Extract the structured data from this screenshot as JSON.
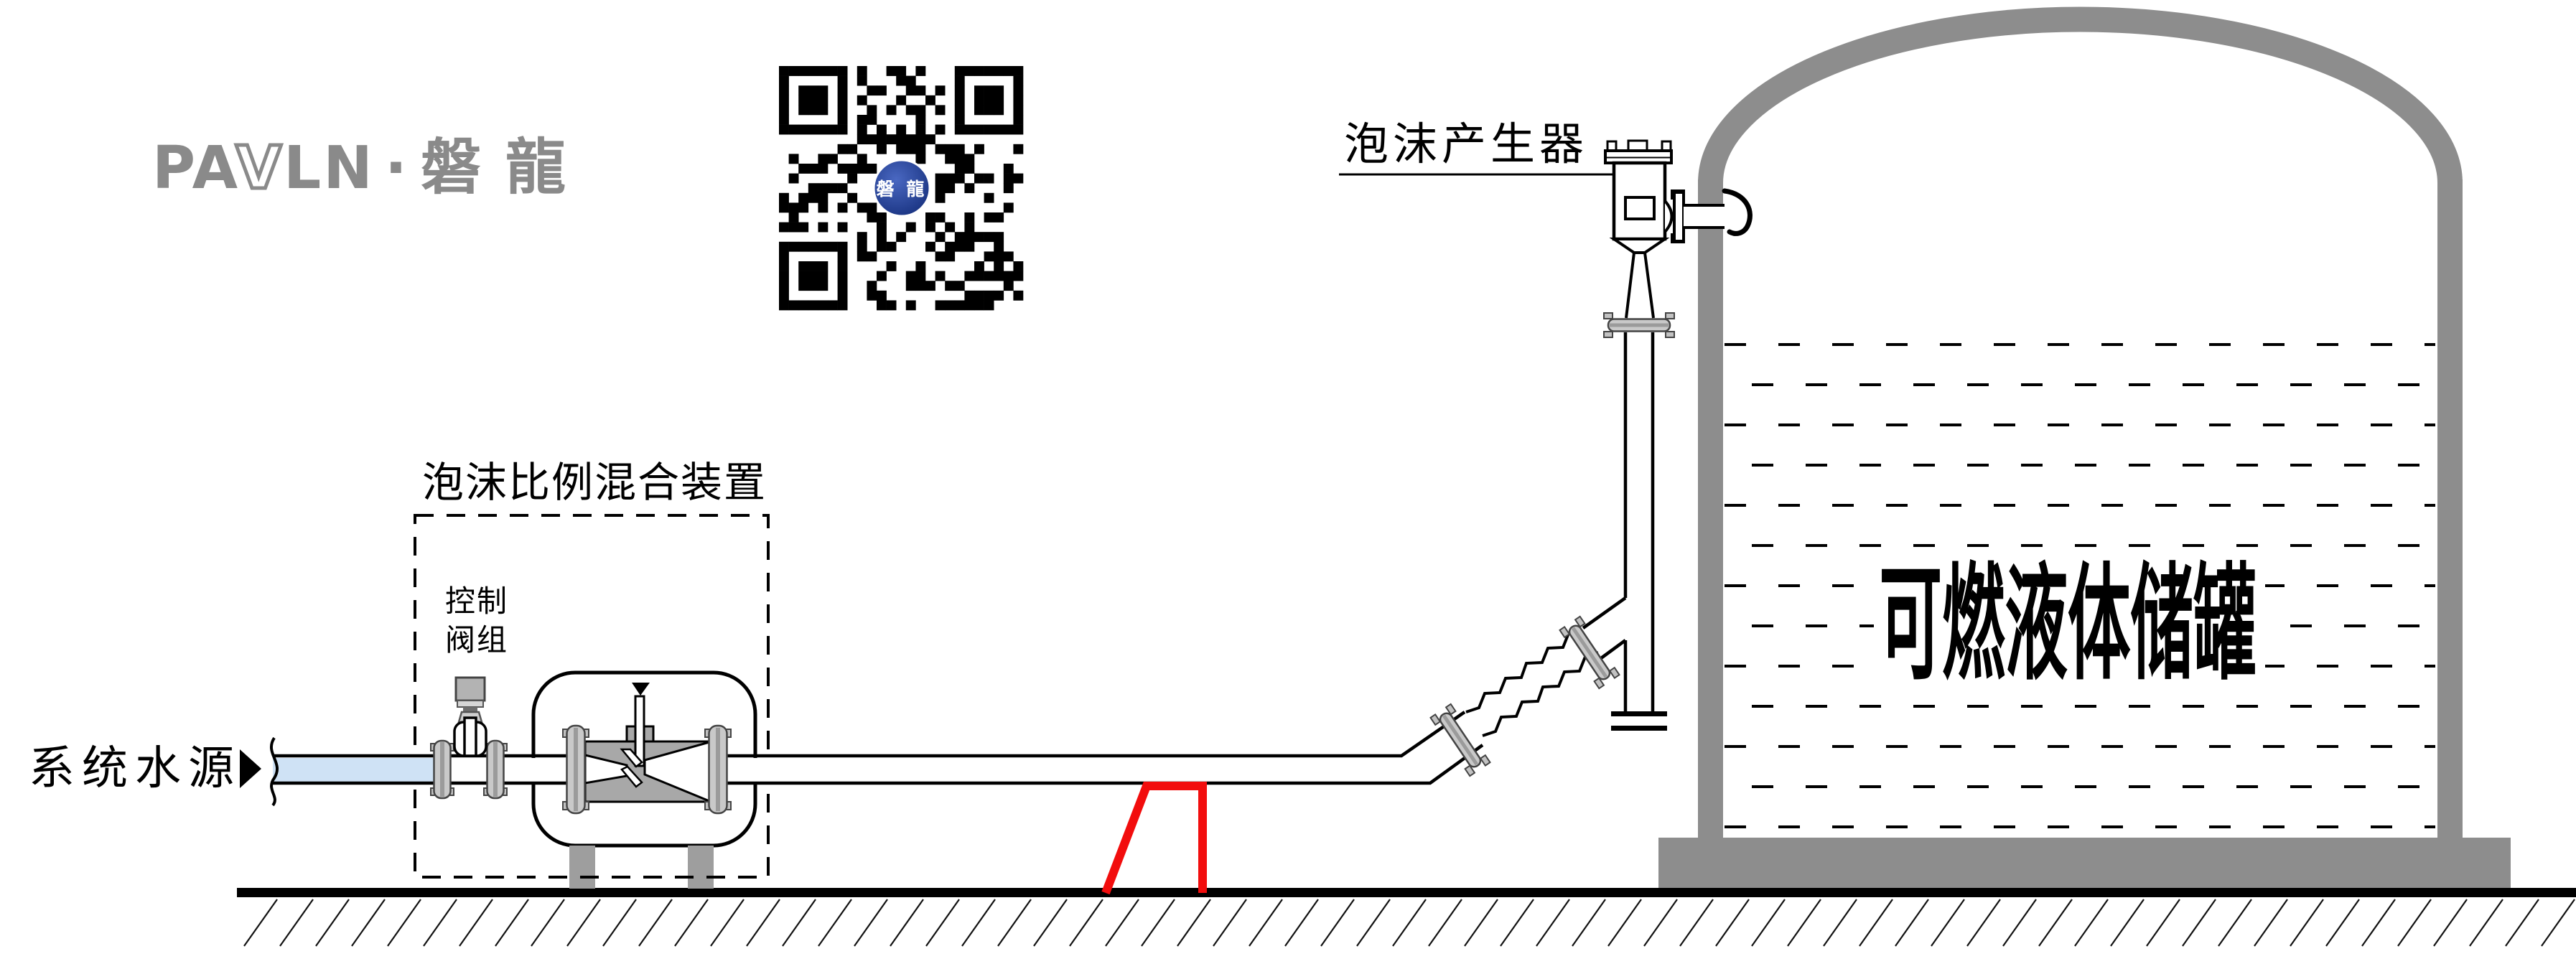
{
  "colors": {
    "accent_red": "#f20d0d",
    "structure_gray": "#8d8d8d",
    "logo_gray": "#8a8a8a",
    "water_blue": "#cfe2f5",
    "flange_gray": "#c9c9c9",
    "qr_badge_blue": "#1d3a8f"
  },
  "logo": {
    "latin_pa": "PA",
    "latin_v": "V",
    "latin_ln": "LN",
    "separator": "·",
    "chinese": "磐龍"
  },
  "qr_code": {
    "badge_text": "磐 龍"
  },
  "labels": {
    "foam_generator": "泡沫产生器",
    "foam_proportioning_device": "泡沫比例混合装置",
    "control_valve_group_line1": "控制",
    "control_valve_group_line2": "阀组",
    "system_water_source": "系统水源",
    "flammable_liquid_tank": "可燃液体储罐"
  }
}
